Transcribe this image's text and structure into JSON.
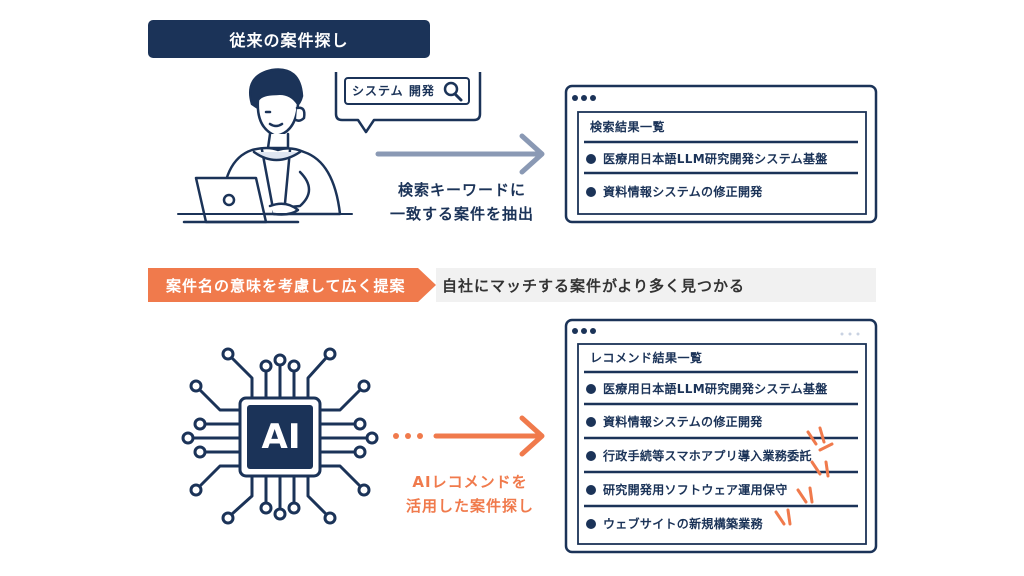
{
  "top": {
    "banner": "従来の案件探し",
    "search_query": "システム 開発",
    "caption_line1": "検索キーワードに",
    "caption_line2": "一致する案件を抽出",
    "window": {
      "title": "検索結果一覧",
      "items": [
        "医療用日本語LLM研究開発システム基盤",
        "資料情報システムの修正開発"
      ]
    }
  },
  "bottom": {
    "tag": "案件名の意味を考慮して広く提案",
    "message": "自社にマッチする案件がより多く見つかる",
    "ai_label": "AI",
    "caption_line1": "AIレコメンドを",
    "caption_line2": "活用した案件探し",
    "window": {
      "title": "レコメンド結果一覧",
      "items": [
        "医療用日本語LLM研究開発システム基盤",
        "資料情報システムの修正開発",
        "行政手続等スマホアプリ導入業務委託",
        "研究開発用ソフトウェア運用保守",
        "ウェブサイトの新規構築業務"
      ]
    }
  },
  "colors": {
    "navy": "#1b3358",
    "orange": "#f07a4c",
    "grey_arrow": "#8a99b4",
    "light_fill": "#eef2f8"
  },
  "icons": [
    "person-with-laptop-icon",
    "speech-bubble-icon",
    "search-icon",
    "ai-chip-icon",
    "arrow-right-icon",
    "sparkle-icon"
  ]
}
